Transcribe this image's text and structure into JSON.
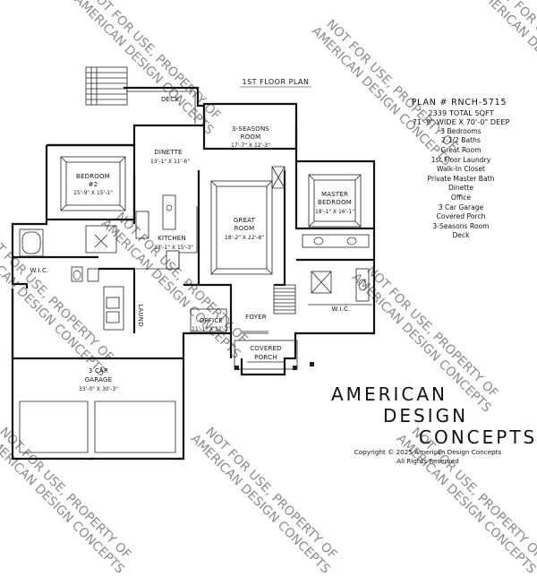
{
  "plan_title": "1ST FLOOR PLAN",
  "plan_info": {
    "plan_number": "PLAN # RNCH-5715",
    "total_sqft": "2339 TOTAL SQFT",
    "dimensions": "71'-9\" WIDE X 70'-0\" DEEP",
    "features": [
      "3 Bedrooms",
      "2-1/2 Baths",
      "Great Room",
      "1st Floor Laundry",
      "Walk-In Closet",
      "Private Master Bath",
      "Dinette",
      "Office",
      "3 Car Garage",
      "Covered Porch",
      "3-Seasons Room",
      "Deck"
    ]
  },
  "rooms": {
    "deck": {
      "name": "DECK"
    },
    "seasons": {
      "name": "3-SEASONS",
      "name2": "ROOM",
      "dim": "17'-7\" X 12'-3\""
    },
    "dinette": {
      "name": "DINETTE",
      "dim": "13'-1\" X 11'-6\""
    },
    "bedroom2": {
      "name": "BEDROOM",
      "name2": "#2",
      "dim": "15'-9\" X 15'-1\""
    },
    "great": {
      "name": "GREAT",
      "name2": "ROOM",
      "dim": "18'-2\" X 22'-8\""
    },
    "master": {
      "name": "MASTER",
      "name2": "BEDROOM",
      "dim": "18'-1\" X 16'-1\""
    },
    "kitchen": {
      "name": "KITCHEN",
      "dim": "13'-1\" X 15'-3\""
    },
    "wic_left": {
      "name": "W.I.C."
    },
    "wic_right": {
      "name": "W.I.C."
    },
    "office": {
      "name": "OFFICE",
      "dim": "11'-1\" X 12'-2\""
    },
    "foyer": {
      "name": "FOYER"
    },
    "porch": {
      "name": "COVERED",
      "name2": "PORCH"
    },
    "laundry": {
      "name": "LAUND"
    },
    "garage": {
      "name": "3 CAR",
      "name2": "GARAGE",
      "dim": "33'-0\" X 30'-3\""
    }
  },
  "brand": {
    "line1": "AMERICAN",
    "line2": "DESIGN",
    "line3": "CONCEPTS"
  },
  "copyright": {
    "line1": "Copyright © 2025 American Design Concepts",
    "line2": "All Rights Reserved"
  },
  "watermark": {
    "line1": "NOT FOR USE, PROPERTY OF",
    "line2": "AMERICAN DESIGN CONCEPTS"
  }
}
